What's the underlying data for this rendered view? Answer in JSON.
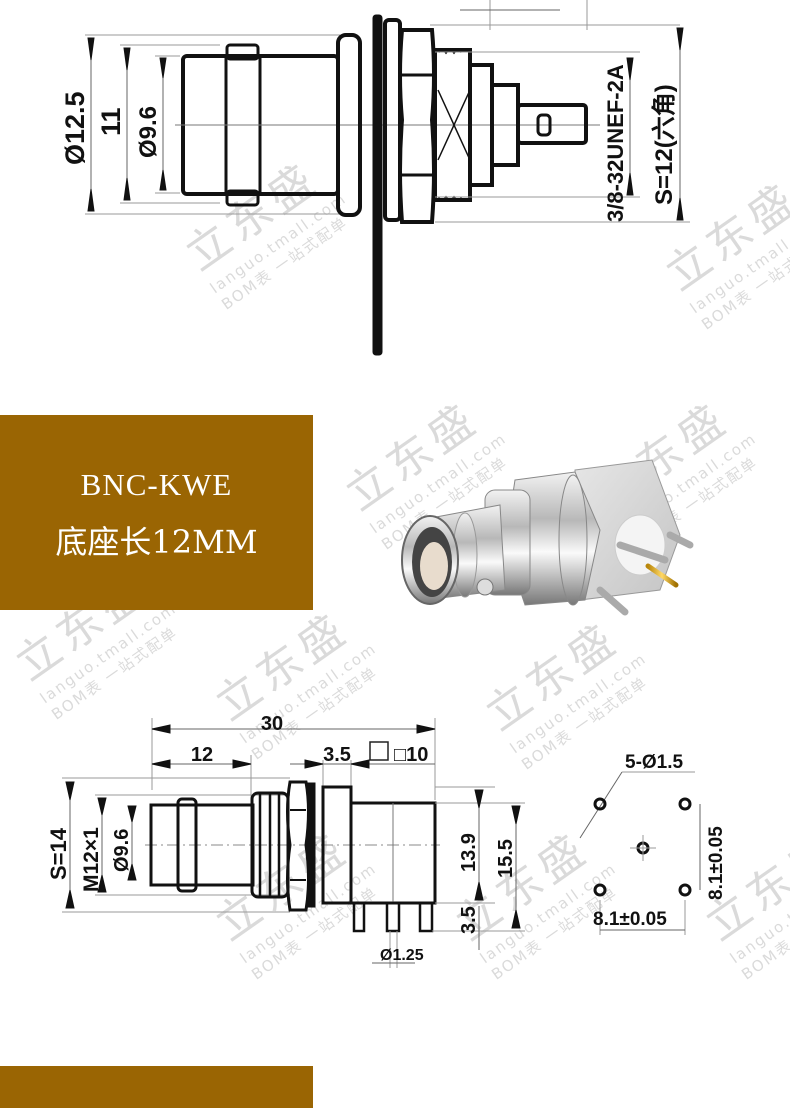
{
  "top_drawing": {
    "labels": {
      "dia_outer": "Ø12.5",
      "height": "11",
      "dia_inner": "Ø9.6",
      "thread": "3/8-32UNEF-2A",
      "hex": "S=12(六角)"
    }
  },
  "banner": {
    "title": "BNC-KWE",
    "subtitle": "底座长12MM",
    "color": "#9a6503"
  },
  "photo": {
    "alt": "BNC-KWE right-angle PCB bulkhead connector"
  },
  "bottom_drawing": {
    "labels": {
      "overall_length": "30",
      "front_length": "12",
      "flange": "3.5",
      "square": "□10",
      "hex": "S=14",
      "thread": "M12×1",
      "dia": "Ø9.6",
      "body_height": "13.9",
      "total_height": "15.5",
      "pin_length": "3.5",
      "pin_dia": "Ø1.25"
    }
  },
  "footprint": {
    "holes": "5-Ø1.5",
    "spacing_h": "8.1±0.05",
    "spacing_v": "8.1±0.05"
  },
  "watermark": {
    "brand": "立东盛",
    "url": "languo.tmall.com",
    "tagline": "BOM表 一站式配单"
  }
}
